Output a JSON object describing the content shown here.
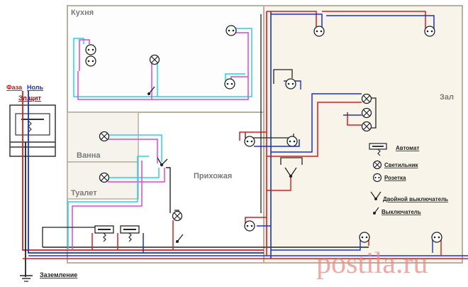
{
  "rooms": {
    "kitchen": "Кухня",
    "bathroom": "Ванна",
    "toilet": "Туалет",
    "hallway": "Прихожая",
    "hall": "Зал"
  },
  "panel": {
    "phase": "Фаза",
    "neutral": "Ноль",
    "shield": "Эл.щит",
    "ground": "Заземление"
  },
  "legend": {
    "breaker": "Автомат",
    "lamp": "Светильник",
    "socket": "Розетка",
    "double_switch": "Двойной выключатель",
    "switch": "Выключатель"
  },
  "watermark": "postila.ru",
  "colors": {
    "phase": "#d81c1c",
    "neutral": "#1c2fd0",
    "ground": "#222222",
    "cyan": "#2ad0e8",
    "magenta": "#d84ad8",
    "hall_fill": "#f8f4ea",
    "kitchen_fill": "#fdfdfd"
  }
}
